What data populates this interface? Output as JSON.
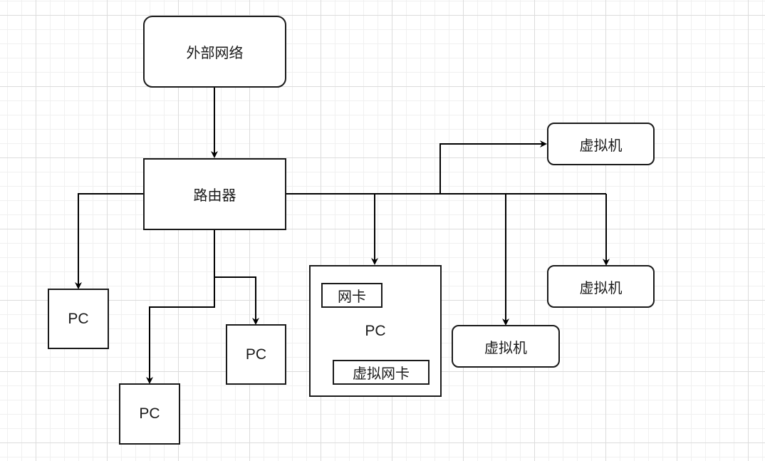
{
  "diagram": {
    "title": "",
    "nodes": {
      "external_network": {
        "label": "外部网络",
        "shape": "rounded-rectangle"
      },
      "router": {
        "label": "路由器",
        "shape": "rectangle"
      },
      "pc_left": {
        "label": "PC",
        "shape": "rectangle"
      },
      "pc_bottom": {
        "label": "PC",
        "shape": "rectangle"
      },
      "pc_middle": {
        "label": "PC",
        "shape": "rectangle"
      },
      "pc_host": {
        "label": "PC",
        "shape": "rectangle",
        "children": {
          "nic": {
            "label": "网卡"
          },
          "virtual_nic": {
            "label": "虚拟网卡"
          }
        }
      },
      "vm_top": {
        "label": "虚拟机",
        "shape": "rounded-rectangle"
      },
      "vm_right": {
        "label": "虚拟机",
        "shape": "rounded-rectangle"
      },
      "vm_bottom": {
        "label": "虚拟机",
        "shape": "rounded-rectangle"
      }
    },
    "edges": [
      {
        "from": "external_network",
        "to": "router",
        "arrow": "end"
      },
      {
        "from": "router",
        "to": "pc_left",
        "arrow": "end"
      },
      {
        "from": "router",
        "to": "pc_bottom",
        "arrow": "end"
      },
      {
        "from": "router",
        "to": "pc_middle",
        "arrow": "end"
      },
      {
        "from": "router",
        "to": "pc_host",
        "arrow": "end"
      },
      {
        "from": "router",
        "to": "vm_top",
        "arrow": "end"
      },
      {
        "from": "router",
        "to": "vm_bottom",
        "arrow": "end"
      },
      {
        "from": "router",
        "to": "vm_right",
        "arrow": "end"
      }
    ],
    "colors": {
      "stroke": "#1a1a1a",
      "fill": "#ffffff",
      "grid": "#dcdcdc"
    }
  }
}
